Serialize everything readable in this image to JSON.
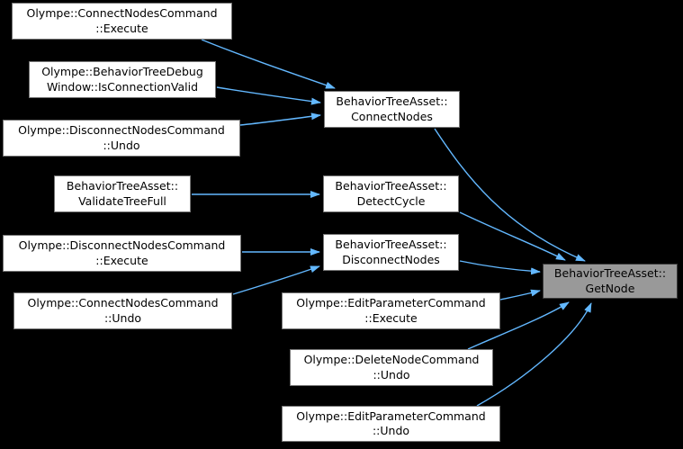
{
  "diagram": {
    "kind": "doxygen-caller-graph",
    "focus_function": "BehaviorTreeAsset::GetNode",
    "colors": {
      "background": "#000000",
      "node_fill": "#ffffff",
      "node_border": "#757575",
      "focus_node_fill": "#999999",
      "focus_node_border": "#3a3a3a",
      "edge": "#63b8ff",
      "text": "#000000"
    }
  },
  "nodes": [
    {
      "id": "olympe-connectnodescommand-execute",
      "label": "Olympe::ConnectNodesCommand\n::Execute"
    },
    {
      "id": "olympe-behaviortreedebugwindow-isconnectionvalid",
      "label": "Olympe::BehaviorTreeDebug\nWindow::IsConnectionValid"
    },
    {
      "id": "olympe-disconnectnodescommand-undo",
      "label": "Olympe::DisconnectNodesCommand\n::Undo"
    },
    {
      "id": "behaviortreeasset-validatetreefull",
      "label": "BehaviorTreeAsset::\nValidateTreeFull"
    },
    {
      "id": "olympe-disconnectnodescommand-execute",
      "label": "Olympe::DisconnectNodesCommand\n::Execute"
    },
    {
      "id": "olympe-connectnodescommand-undo",
      "label": "Olympe::ConnectNodesCommand\n::Undo"
    },
    {
      "id": "behaviortreeasset-connectnodes",
      "label": "BehaviorTreeAsset::\nConnectNodes"
    },
    {
      "id": "behaviortreeasset-detectcycle",
      "label": "BehaviorTreeAsset::\nDetectCycle"
    },
    {
      "id": "behaviortreeasset-disconnectnodes",
      "label": "BehaviorTreeAsset::\nDisconnectNodes"
    },
    {
      "id": "olympe-editparametercommand-execute",
      "label": "Olympe::EditParameterCommand\n::Execute"
    },
    {
      "id": "olympe-deletenodecommand-undo",
      "label": "Olympe::DeleteNodeCommand\n::Undo"
    },
    {
      "id": "olympe-editparametercommand-undo",
      "label": "Olympe::EditParameterCommand\n::Undo"
    },
    {
      "id": "behaviortreeasset-getnode",
      "label": "BehaviorTreeAsset::\nGetNode"
    }
  ],
  "edges": [
    {
      "from": "olympe-connectnodescommand-execute",
      "to": "behaviortreeasset-connectnodes"
    },
    {
      "from": "olympe-behaviortreedebugwindow-isconnectionvalid",
      "to": "behaviortreeasset-connectnodes"
    },
    {
      "from": "olympe-disconnectnodescommand-undo",
      "to": "behaviortreeasset-connectnodes"
    },
    {
      "from": "behaviortreeasset-validatetreefull",
      "to": "behaviortreeasset-detectcycle"
    },
    {
      "from": "olympe-disconnectnodescommand-execute",
      "to": "behaviortreeasset-disconnectnodes"
    },
    {
      "from": "olympe-connectnodescommand-undo",
      "to": "behaviortreeasset-disconnectnodes"
    },
    {
      "from": "behaviortreeasset-connectnodes",
      "to": "behaviortreeasset-getnode"
    },
    {
      "from": "behaviortreeasset-detectcycle",
      "to": "behaviortreeasset-getnode"
    },
    {
      "from": "behaviortreeasset-disconnectnodes",
      "to": "behaviortreeasset-getnode"
    },
    {
      "from": "olympe-editparametercommand-execute",
      "to": "behaviortreeasset-getnode"
    },
    {
      "from": "olympe-deletenodecommand-undo",
      "to": "behaviortreeasset-getnode"
    },
    {
      "from": "olympe-editparametercommand-undo",
      "to": "behaviortreeasset-getnode"
    }
  ]
}
